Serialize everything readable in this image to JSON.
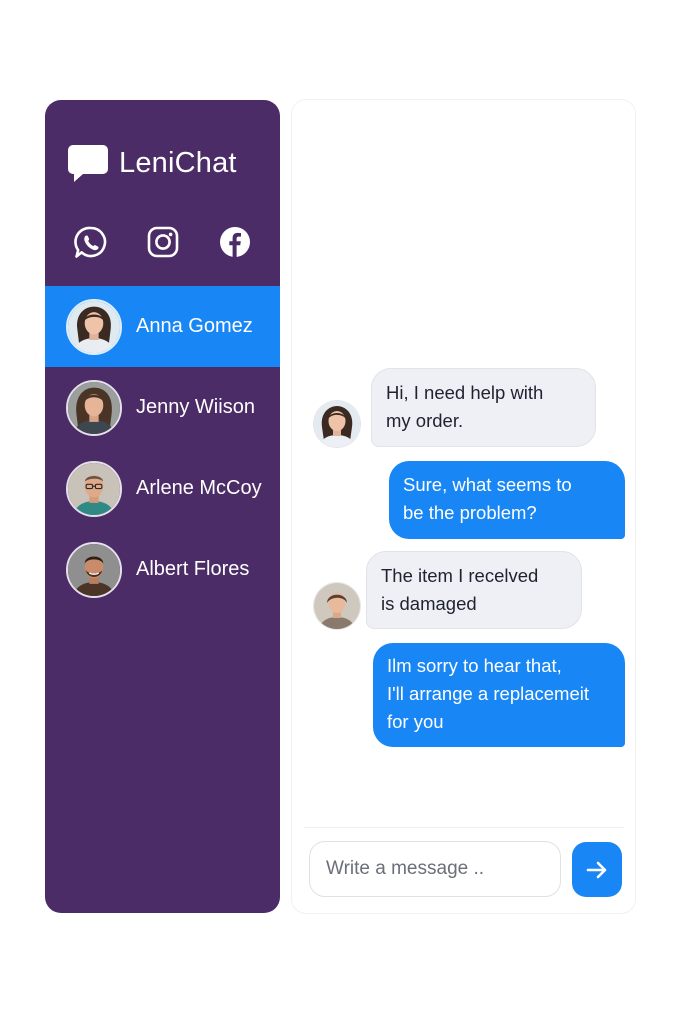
{
  "app": {
    "name": "LeniChat",
    "accent_color": "#1887f5",
    "sidebar_color": "#4b2c66"
  },
  "socials": [
    {
      "icon": "whatsapp-icon"
    },
    {
      "icon": "instagram-icon"
    },
    {
      "icon": "facebook-icon"
    }
  ],
  "contacts": [
    {
      "name": "Anna Gomez",
      "active": true
    },
    {
      "name": "Jenny Wiison",
      "active": false
    },
    {
      "name": "Arlene McCoy",
      "active": false
    },
    {
      "name": "Albert Flores",
      "active": false
    }
  ],
  "messages": [
    {
      "direction": "in",
      "lines": [
        "Hi, I need help with",
        "my order."
      ]
    },
    {
      "direction": "out",
      "lines": [
        "Sure, what seems to",
        "be the problem?"
      ]
    },
    {
      "direction": "in",
      "lines": [
        "The item I recelved",
        "is damaged"
      ]
    },
    {
      "direction": "out",
      "lines": [
        "Ilm sorry to hear that,",
        "I'll arrange a replacemeit",
        "for you"
      ]
    }
  ],
  "composer": {
    "placeholder": "Write a message ..",
    "send_icon": "arrow-right-icon"
  }
}
